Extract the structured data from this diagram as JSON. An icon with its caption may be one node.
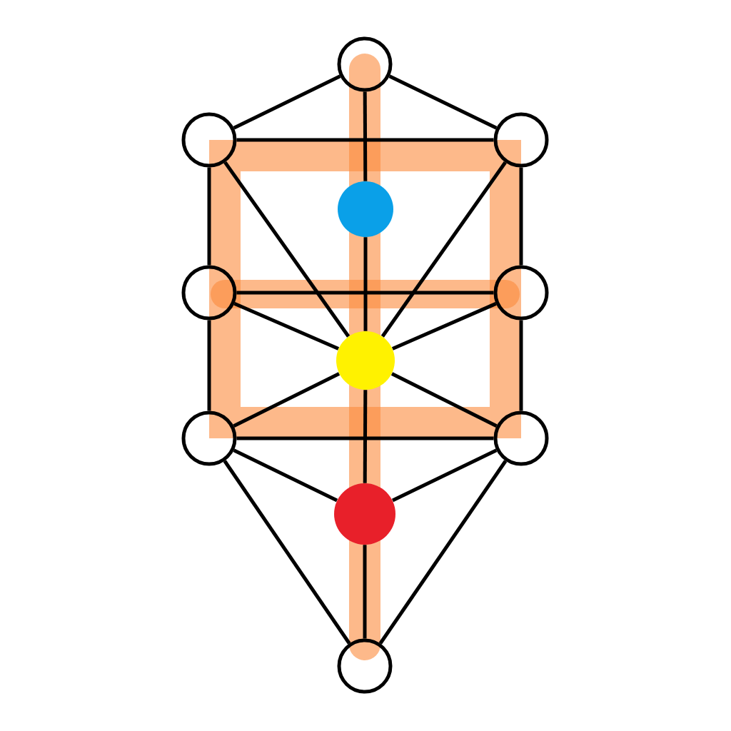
{
  "diagram": {
    "nodes": [
      {
        "text": [],
        "shape": "circle"
      },
      {
        "text": [],
        "shape": "circle"
      },
      {
        "text": [],
        "shape": "circle"
      },
      {
        "text": [],
        "shape": "circle"
      },
      {
        "text": [],
        "shape": "circle"
      },
      {
        "text": [],
        "shape": "circle"
      },
      {
        "text": [],
        "shape": "circle"
      },
      {
        "text": [],
        "shape": "circle"
      },
      {
        "text": [],
        "shape": "circle"
      },
      {
        "text": [],
        "shape": "circle"
      },
      {
        "text": [],
        "shape": "circle"
      }
    ],
    "edges": [
      {
        "from": 0,
        "to": 1,
        "arrow": "none"
      },
      {
        "from": 0,
        "to": 2,
        "arrow": "none"
      },
      {
        "from": 1,
        "to": 2,
        "arrow": "none"
      },
      {
        "from": 0,
        "to": 3,
        "arrow": "none"
      },
      {
        "from": 1,
        "to": 4,
        "arrow": "none"
      },
      {
        "from": 2,
        "to": 5,
        "arrow": "none"
      },
      {
        "from": 1,
        "to": 6,
        "arrow": "none"
      },
      {
        "from": 2,
        "to": 6,
        "arrow": "none"
      },
      {
        "from": 3,
        "to": 6,
        "arrow": "none"
      },
      {
        "from": 4,
        "to": 5,
        "arrow": "none"
      },
      {
        "from": 4,
        "to": 6,
        "arrow": "none"
      },
      {
        "from": 5,
        "to": 6,
        "arrow": "none"
      },
      {
        "from": 4,
        "to": 7,
        "arrow": "none"
      },
      {
        "from": 5,
        "to": 8,
        "arrow": "none"
      },
      {
        "from": 7,
        "to": 6,
        "arrow": "none"
      },
      {
        "from": 8,
        "to": 6,
        "arrow": "none"
      },
      {
        "from": 6,
        "to": 9,
        "arrow": "none"
      },
      {
        "from": 7,
        "to": 8,
        "arrow": "none"
      },
      {
        "from": 7,
        "to": 9,
        "arrow": "none"
      },
      {
        "from": 8,
        "to": 9,
        "arrow": "none"
      },
      {
        "from": 7,
        "to": 10,
        "arrow": "none"
      },
      {
        "from": 8,
        "to": 10,
        "arrow": "none"
      },
      {
        "from": 9,
        "to": 10,
        "arrow": "none"
      }
    ]
  }
}
